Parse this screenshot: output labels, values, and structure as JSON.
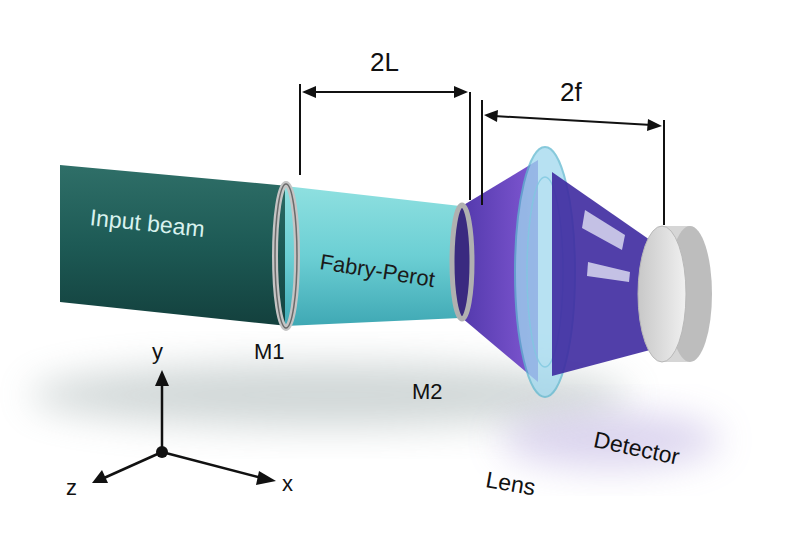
{
  "diagram": {
    "labels": [
      "2L",
      "2f",
      "Input beam",
      "Fabry-Perot",
      "M1",
      "M2",
      "y",
      "z",
      "x",
      "Lens",
      "Detector"
    ]
  }
}
